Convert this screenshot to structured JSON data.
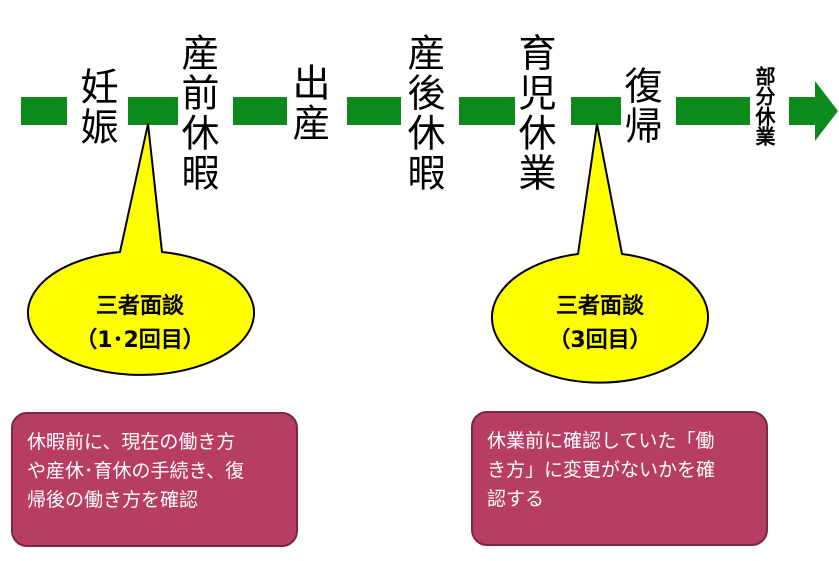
{
  "colors": {
    "timeline": "#0c8a1c",
    "bubble_fill": "#ffff00",
    "note_fill": "#b73d63",
    "note_border": "#7a2744"
  },
  "stages": {
    "pregnancy": "妊娠",
    "prenatal_leave": "産前休暇",
    "birth": "出産",
    "postnatal_leave": "産後休暇",
    "childcare_leave": "育児休業",
    "return": "復帰",
    "partial_leave": "部分休業"
  },
  "bubbles": {
    "first": {
      "title": "三者面談",
      "subtitle": "（1･2回目）"
    },
    "second": {
      "title": "三者面談",
      "subtitle": "（3回目）"
    }
  },
  "notes": {
    "first": "休暇前に、現在の働き方\nや産休･育休の手続き、復\n帰後の働き方を確認",
    "second": "休業前に確認していた「働\nき方」に変更がないかを確\n認する"
  }
}
